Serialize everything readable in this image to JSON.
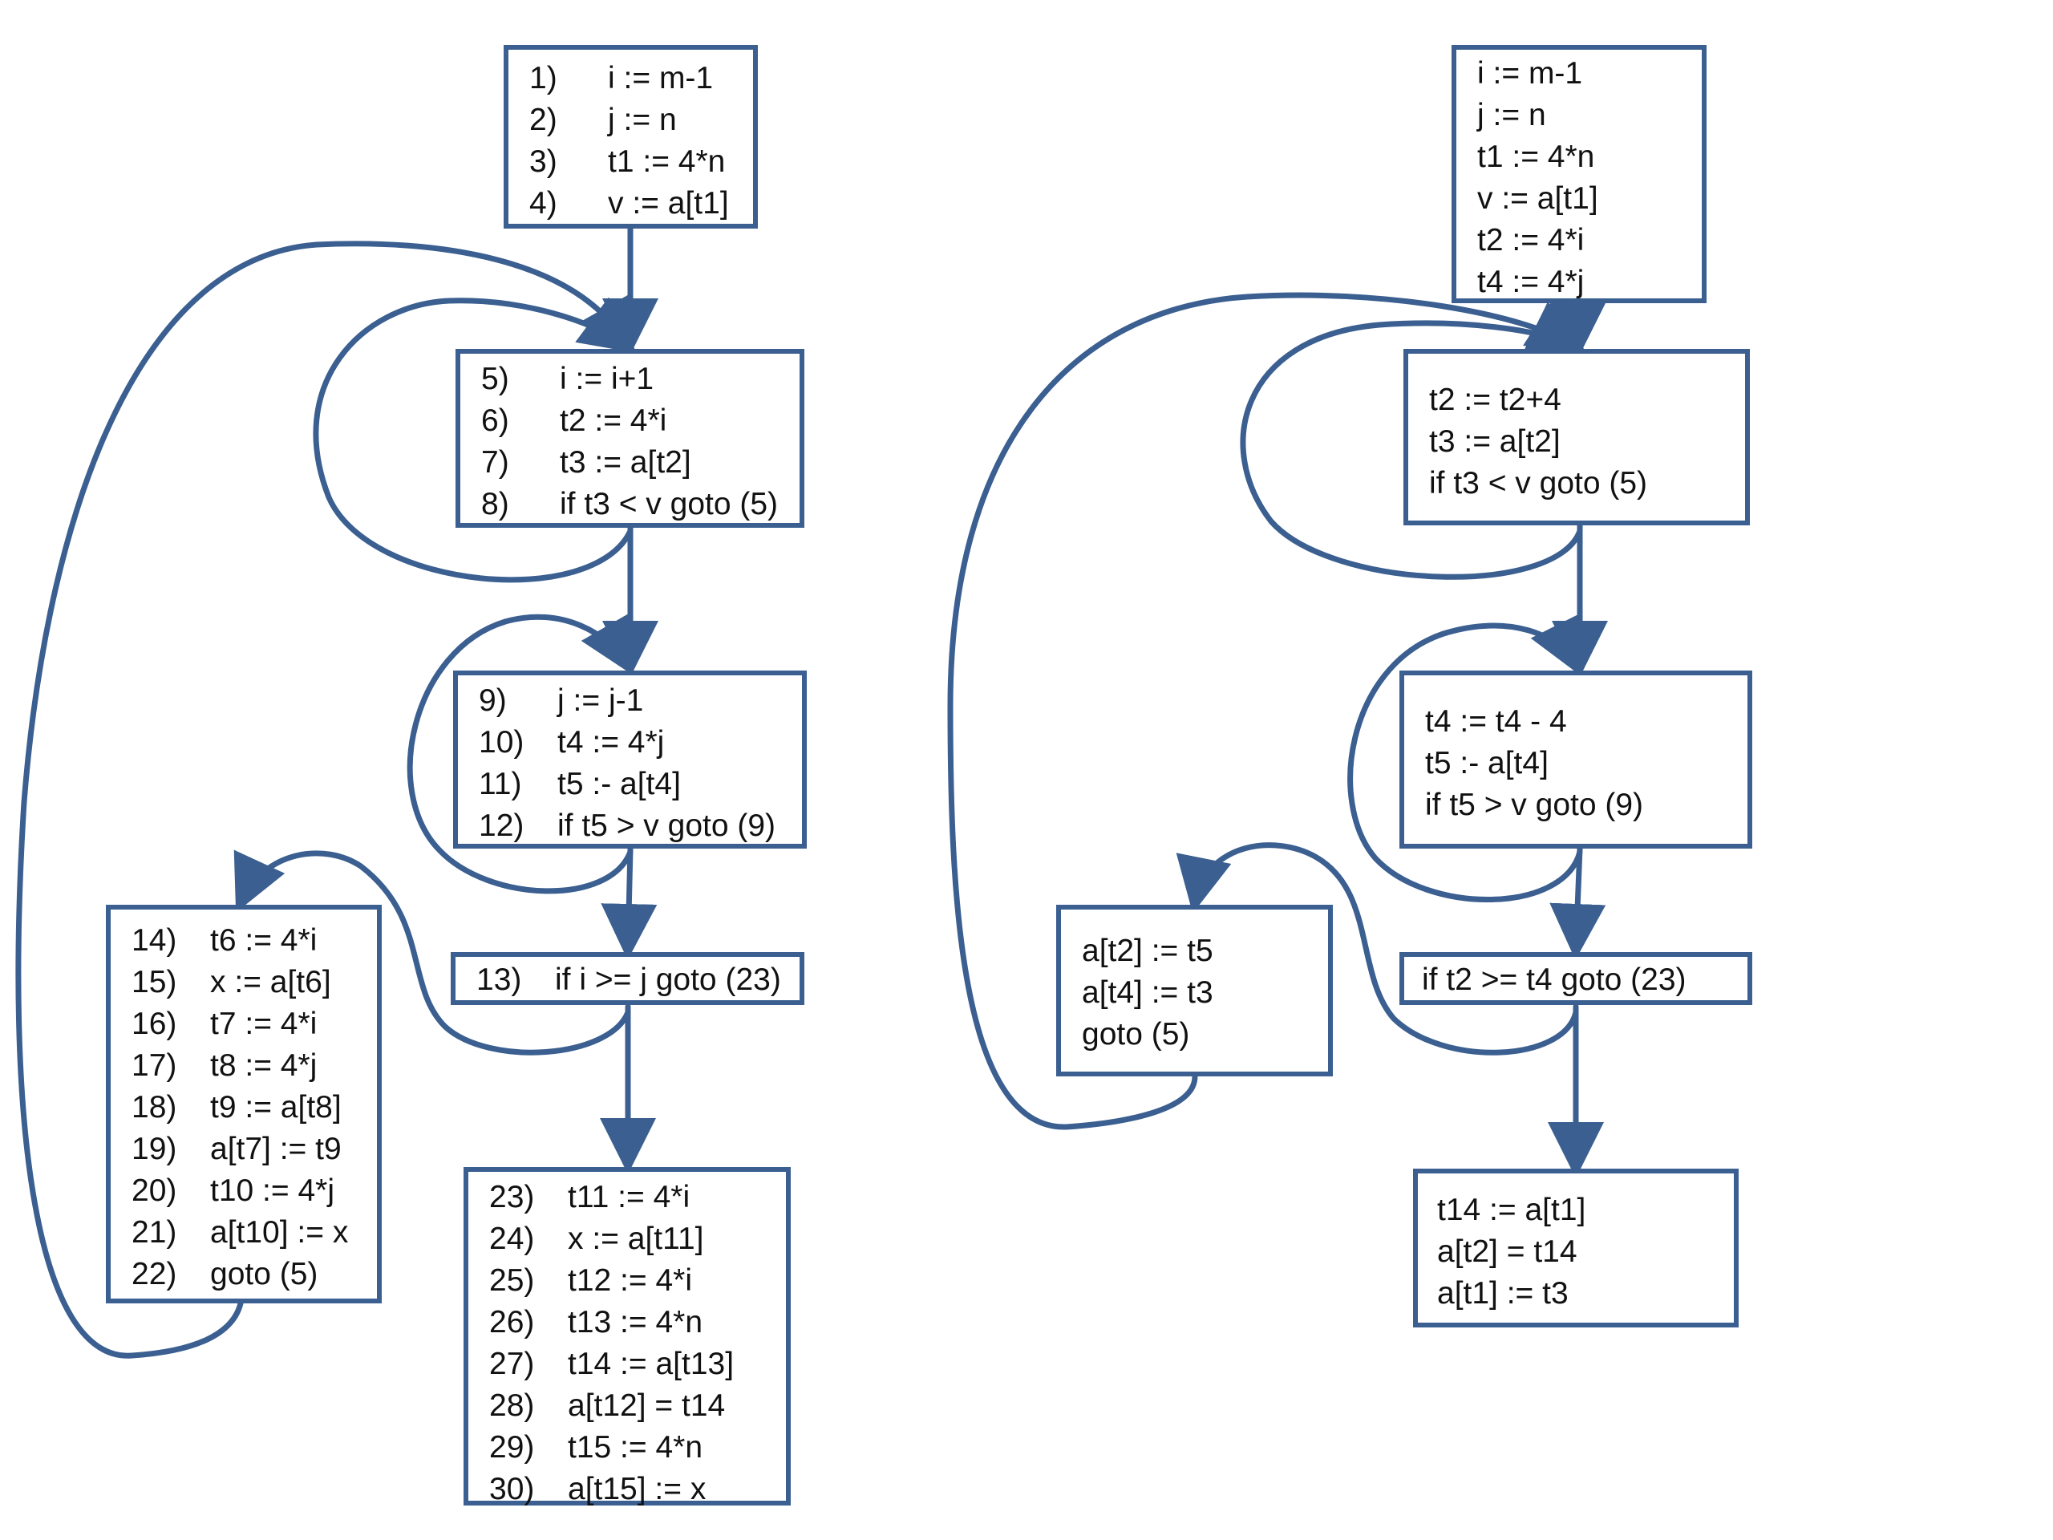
{
  "left_graph": {
    "B1": [
      {
        "num": "1)",
        "code": "i := m-1"
      },
      {
        "num": "2)",
        "code": "j := n"
      },
      {
        "num": "3)",
        "code": "t1 := 4*n"
      },
      {
        "num": "4)",
        "code": "v := a[t1]"
      }
    ],
    "B2": [
      {
        "num": "5)",
        "code": "i := i+1"
      },
      {
        "num": "6)",
        "code": "t2 := 4*i"
      },
      {
        "num": "7)",
        "code": "t3 := a[t2]"
      },
      {
        "num": "8)",
        "code": "if t3 < v goto (5)"
      }
    ],
    "B3": [
      {
        "num": "9)",
        "code": "j := j-1"
      },
      {
        "num": "10)",
        "code": "t4 := 4*j"
      },
      {
        "num": "11)",
        "code": "t5 :- a[t4]"
      },
      {
        "num": "12)",
        "code": "if t5 > v goto (9)"
      }
    ],
    "B4": [
      {
        "num": "13)",
        "code": "if i >= j goto (23)"
      }
    ],
    "B5": [
      {
        "num": "14)",
        "code": "t6 := 4*i"
      },
      {
        "num": "15)",
        "code": "x := a[t6]"
      },
      {
        "num": "16)",
        "code": "t7 := 4*i"
      },
      {
        "num": "17)",
        "code": "t8 := 4*j"
      },
      {
        "num": "18)",
        "code": "t9 := a[t8]"
      },
      {
        "num": "19)",
        "code": "a[t7] := t9"
      },
      {
        "num": "20)",
        "code": "t10 := 4*j"
      },
      {
        "num": "21)",
        "code": "a[t10] := x"
      },
      {
        "num": "22)",
        "code": "goto (5)"
      }
    ],
    "B6": [
      {
        "num": "23)",
        "code": "t11 := 4*i"
      },
      {
        "num": "24)",
        "code": "x := a[t11]"
      },
      {
        "num": "25)",
        "code": "t12 := 4*i"
      },
      {
        "num": "26)",
        "code": "t13 := 4*n"
      },
      {
        "num": "27)",
        "code": "t14 := a[t13]"
      },
      {
        "num": "28)",
        "code": "a[t12] = t14"
      },
      {
        "num": "29)",
        "code": "t15 := 4*n"
      },
      {
        "num": "30)",
        "code": "a[t15] := x"
      }
    ]
  },
  "right_graph": {
    "B1": [
      "i := m-1",
      "j := n",
      "t1 := 4*n",
      "v := a[t1]",
      "t2 := 4*i",
      "t4 := 4*j"
    ],
    "B2": [
      "t2 := t2+4",
      "t3 := a[t2]",
      "if t3 < v goto (5)"
    ],
    "B3": [
      "t4 := t4 - 4",
      "t5 :- a[t4]",
      "if t5 > v goto (9)"
    ],
    "B4": [
      "if t2 >= t4 goto (23)"
    ],
    "B5": [
      "a[t2] := t5",
      "a[t4] := t3",
      "goto (5)"
    ],
    "B6": [
      "t14 := a[t1]",
      "a[t2] = t14",
      "a[t1] := t3"
    ]
  },
  "colors": {
    "edge": "#3a5f90",
    "text": "#111111"
  }
}
